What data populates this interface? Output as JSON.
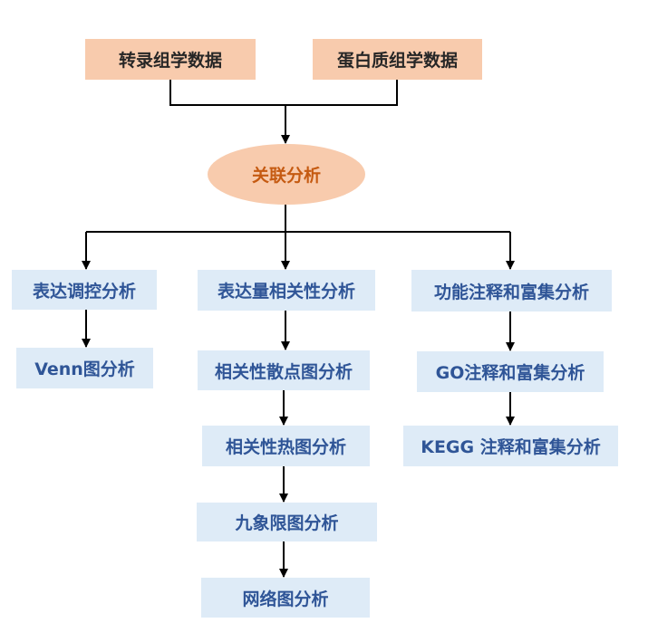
{
  "sources": {
    "transcriptome": "转录组学数据",
    "proteome": "蛋白质组学数据"
  },
  "hub": "关联分析",
  "branches": {
    "left": {
      "title": "表达调控分析",
      "children": [
        "Venn图分析"
      ]
    },
    "middle": {
      "title": "表达量相关性分析",
      "children": [
        "相关性散点图分析",
        "相关性热图分析",
        "九象限图分析",
        "网络图分析"
      ]
    },
    "right": {
      "title": "功能注释和富集分析",
      "children": [
        "GO注释和富集分析",
        "KEGG 注释和富集分析"
      ]
    }
  },
  "colors": {
    "source_fill": "#f8cbad",
    "hub_text": "#c55a11",
    "box_fill": "#deebf7",
    "box_text": "#2f5597",
    "line": "#000000"
  }
}
